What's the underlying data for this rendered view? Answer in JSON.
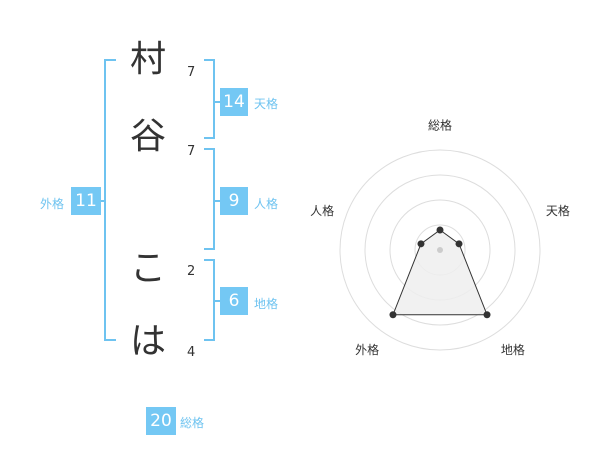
{
  "name": {
    "characters": [
      {
        "char": "村",
        "strokes": "7"
      },
      {
        "char": "谷",
        "strokes": "7"
      },
      {
        "char": "こ",
        "strokes": "2"
      },
      {
        "char": "は",
        "strokes": "4"
      }
    ]
  },
  "grids": {
    "tenkaku": {
      "value": "14",
      "label": "天格"
    },
    "jinkaku": {
      "value": "9",
      "label": "人格"
    },
    "chikaku": {
      "value": "6",
      "label": "地格"
    },
    "gaikaku": {
      "value": "11",
      "label": "外格"
    },
    "soukaku": {
      "value": "20",
      "label": "総格"
    }
  },
  "colors": {
    "accent": "#6ec3f0",
    "badge": "#74c8f4",
    "text": "#333333"
  },
  "chart_data": {
    "type": "radar",
    "axes": [
      "総格",
      "天格",
      "地格",
      "外格",
      "人格"
    ],
    "values": [
      0.2,
      0.2,
      0.8,
      0.8,
      0.2
    ],
    "rings": 4,
    "max": 1
  }
}
